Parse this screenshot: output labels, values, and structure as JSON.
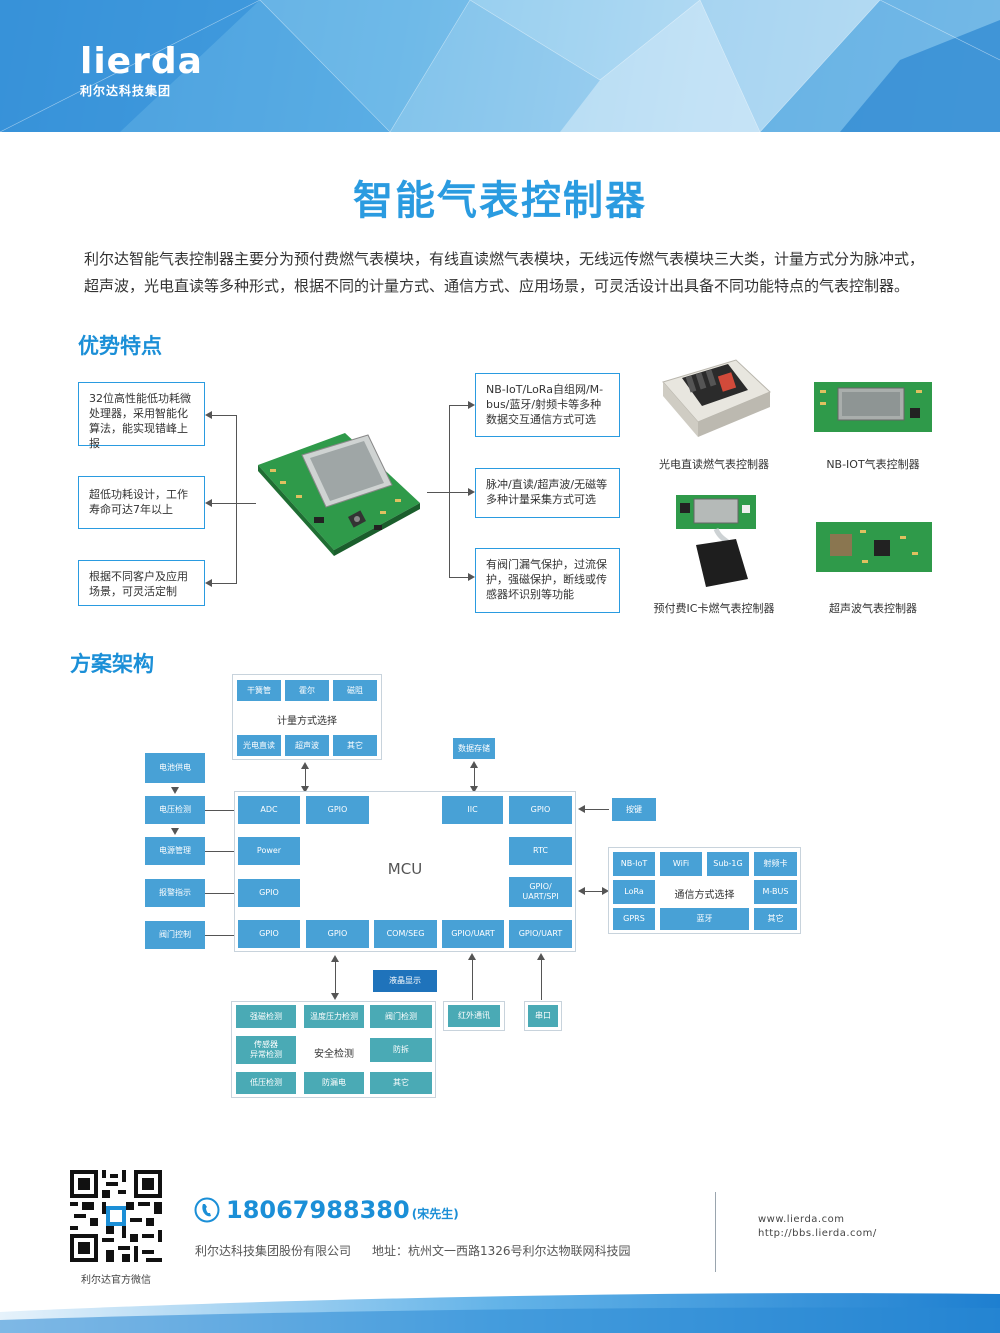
{
  "brand": {
    "logo_word": "lierda",
    "logo_sub": "利尔达科技集团",
    "accent": "#1b8fd7"
  },
  "title": "智能气表控制器",
  "intro": "利尔达智能气表控制器主要分为预付费燃气表模块，有线直读燃气表模块，无线远传燃气表模块三大类，计量方式分为脉冲式，超声波，光电直读等多种形式，根据不同的计量方式、通信方式、应用场景，可灵活设计出具备不同功能特点的气表控制器。",
  "features": {
    "heading": "优势特点",
    "left": [
      "32位高性能低功耗微处理器，采用智能化算法，能实现错峰上报",
      "超低功耗设计，工作寿命可达7年以上",
      "根据不同客户及应用场景，可灵活定制"
    ],
    "right": [
      "NB-IoT/LoRa自组网/M-bus/蓝牙/射频卡等多种数据交互通信方式可选",
      "脉冲/直读/超声波/无磁等多种计量采集方式可选",
      "有阀门漏气保护，过流保护，强磁保护，断线或传感器坏识别等功能"
    ],
    "products": [
      "光电直读燃气表控制器",
      "NB-IOT气表控制器",
      "预付费IC卡燃气表控制器",
      "超声波气表控制器"
    ]
  },
  "architecture": {
    "heading": "方案架构",
    "metering": {
      "tiles": [
        "干簧管",
        "霍尔",
        "磁阻",
        "光电直读",
        "超声波",
        "其它"
      ],
      "label": "计量方式选择"
    },
    "data_storage": "数据存储",
    "power_chain": [
      "电池供电",
      "电压检测",
      "电源管理",
      "报警指示",
      "阀门控制"
    ],
    "mcu": {
      "label": "MCU",
      "top": [
        "ADC",
        "GPIO",
        "IIC",
        "GPIO"
      ],
      "left": [
        "Power",
        "GPIO"
      ],
      "right": [
        "RTC",
        "GPIO/\nUART/SPI"
      ],
      "bottom": [
        "GPIO",
        "GPIO",
        "COM/SEG",
        "GPIO/UART",
        "GPIO/UART"
      ]
    },
    "key": "按键",
    "comm": {
      "tiles": [
        "NB-IoT",
        "WiFi",
        "Sub-1G",
        "射频卡",
        "LoRa",
        "M-BUS",
        "GPRS",
        "蓝牙",
        "其它"
      ],
      "label": "通信方式选择"
    },
    "lcd": "液晶显示",
    "safety": {
      "tiles": [
        "强磁检测",
        "温度压力检测",
        "阀门检测",
        "传感器\n异常检测",
        "防拆",
        "低压检测",
        "防漏电",
        "其它"
      ],
      "label": "安全检测"
    },
    "infrared": "红外通讯",
    "serial": "串口"
  },
  "footer": {
    "qr_label": "利尔达官方微信",
    "phone": "18067988380",
    "contact_name": "(宋先生)",
    "company": "利尔达科技集团股份有限公司",
    "address": "地址：杭州文一西路1326号利尔达物联网科技园",
    "urls": [
      "www.lierda.com",
      "http://bbs.lierda.com/"
    ]
  }
}
